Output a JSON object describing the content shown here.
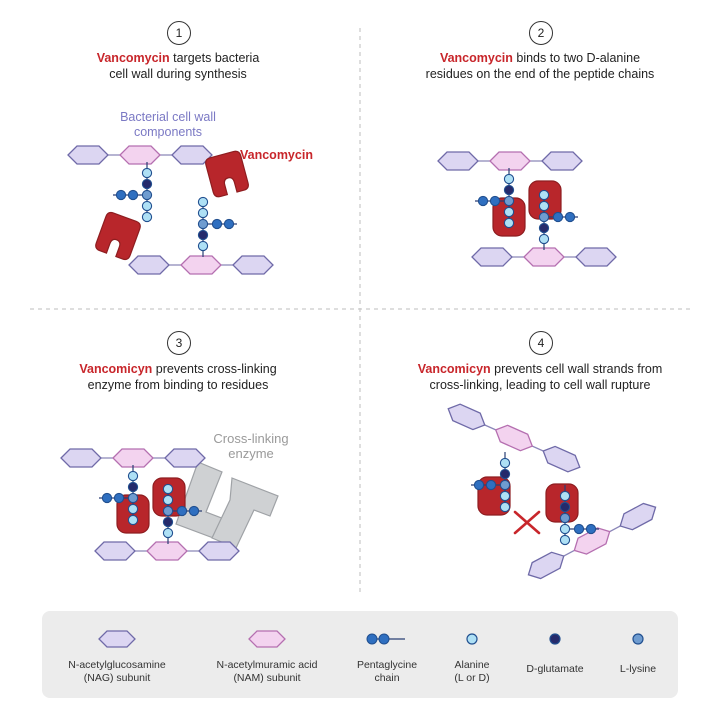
{
  "steps": [
    {
      "number": "1",
      "drug": "Vancomycin",
      "rest1": " targets bacteria",
      "line2": "cell wall during synthesis"
    },
    {
      "number": "2",
      "drug": "Vancomycin",
      "rest1": " binds to two D-alanine",
      "line2": "residues on the end of the peptide chains"
    },
    {
      "number": "3",
      "drug": "Vancomicyn",
      "rest1": " prevents cross-linking",
      "line2": "enzyme from binding to residues"
    },
    {
      "number": "4",
      "drug": "Vancomicyn",
      "rest1": " prevents cell wall strands from",
      "line2": "cross-linking, leading to cell wall rupture"
    }
  ],
  "labels": {
    "components_line1": "Bacterial cell wall",
    "components_line2": "components",
    "vancomycin": "Vancomycin",
    "enzyme_line1": "Cross-linking",
    "enzyme_line2": "enzyme"
  },
  "legend": [
    {
      "line1": "N-acetylglucosamine",
      "line2": "(NAG) subunit",
      "icon": "nag-hexagon-icon"
    },
    {
      "line1": "N-acetylmuramic acid",
      "line2": "(NAM) subunit",
      "icon": "nam-hexagon-icon"
    },
    {
      "line1": "Pentaglycine",
      "line2": "chain",
      "icon": "pentaglycine-chain-icon"
    },
    {
      "line1": "Alanine",
      "line2": "(L or D)",
      "icon": "alanine-bead-icon"
    },
    {
      "line1": "D-glutamate",
      "line2": "",
      "icon": "d-glutamate-bead-icon"
    },
    {
      "line1": "L-lysine",
      "line2": "",
      "icon": "l-lysine-bead-icon"
    }
  ],
  "colors": {
    "nag_fill": "#dcd6f2",
    "nag_stroke": "#6f6aa8",
    "nam_fill": "#f3d3ef",
    "nam_stroke": "#b56fb0",
    "alanine_fill": "#aee0f5",
    "glutamate_fill": "#252a6b",
    "lysine_fill": "#6f9cd0",
    "pentaglycine_fill": "#2f6fc0",
    "bead_stroke": "#214f8f",
    "vancomycin": "#b8262b",
    "enzyme": "#cfd1d3",
    "cross_mark": "#c8262b",
    "accent_red": "#c8262b",
    "legend_bg": "#ececec"
  }
}
